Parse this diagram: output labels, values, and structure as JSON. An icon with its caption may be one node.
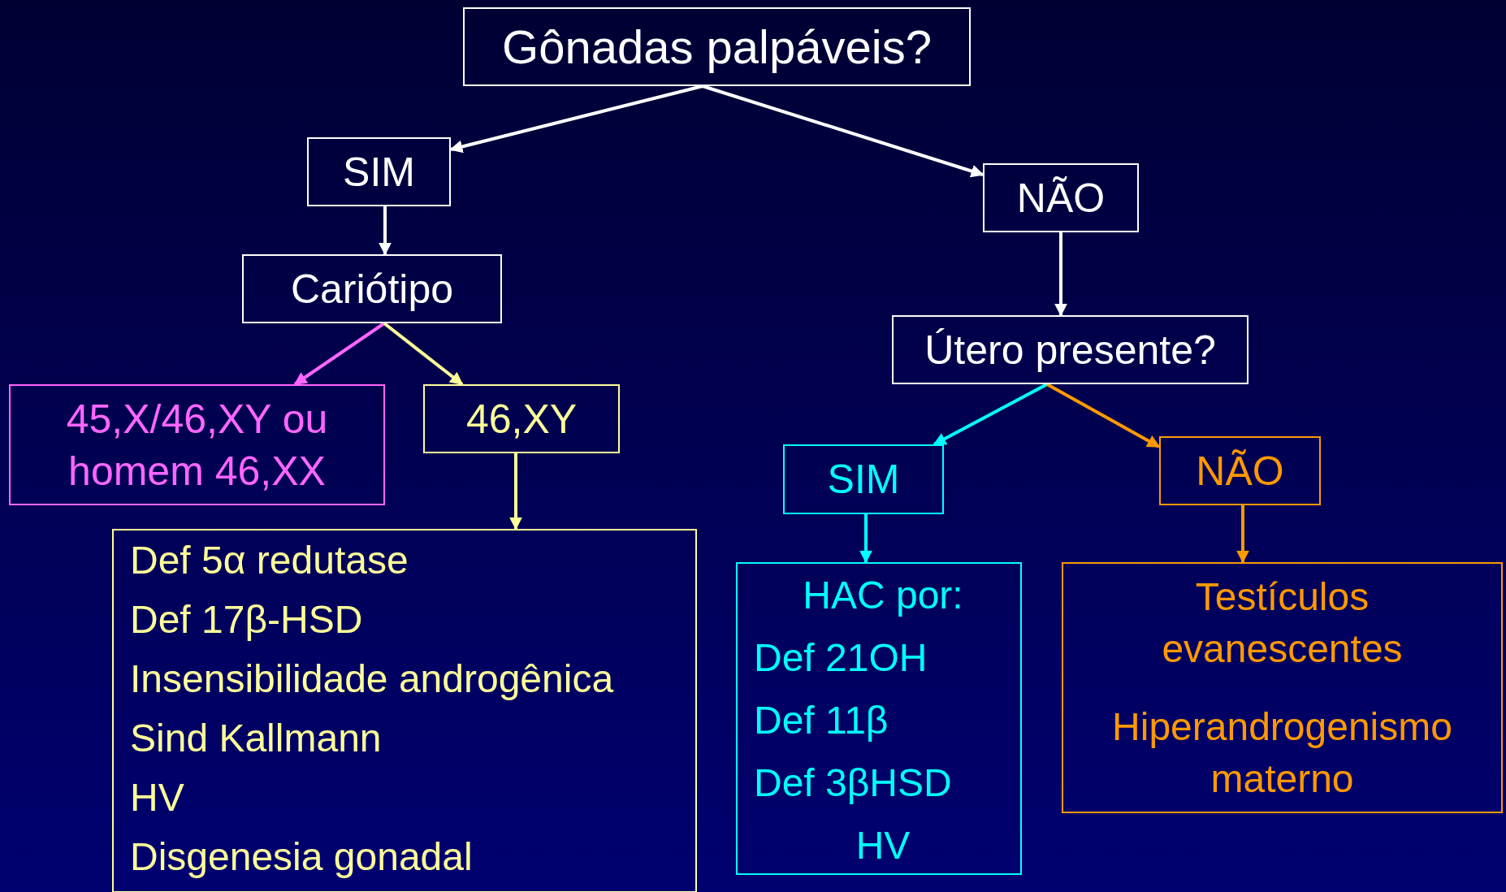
{
  "diagram": {
    "nodes": [
      {
        "text": [
          "Gônadas palpáveis?"
        ]
      },
      {
        "text": [
          "SIM"
        ]
      },
      {
        "text": [
          "NÃO"
        ]
      },
      {
        "text": [
          "Cariótipo"
        ]
      },
      {
        "text": [
          "Útero presente?"
        ]
      },
      {
        "text": [
          "45,X/46,XY ou homem 46,XX"
        ]
      },
      {
        "text": [
          "46,XY"
        ]
      },
      {
        "text": [
          "Def 5α redutase",
          "Def 17β-HSD",
          "Insensibilidade androgênica",
          "Sind Kallmann",
          "HV",
          "Disgenesia gonadal"
        ]
      },
      {
        "text": [
          "SIM"
        ]
      },
      {
        "text": [
          "NÃO"
        ]
      },
      {
        "text": [
          "HAC por:",
          "Def 21OH",
          "Def 11β",
          "Def 3βHSD",
          "HV"
        ]
      },
      {
        "text": [
          "Testículos evanescentes",
          "Hiperandrogenismo materno"
        ]
      }
    ],
    "edges": [
      {
        "from": 0,
        "to": 1,
        "arrow": "to",
        "color": "#ffffff"
      },
      {
        "from": 0,
        "to": 2,
        "arrow": "to",
        "color": "#ffffff"
      },
      {
        "from": 1,
        "to": 3,
        "arrow": "to",
        "color": "#ffffff"
      },
      {
        "from": 2,
        "to": 4,
        "arrow": "to",
        "color": "#ffffff"
      },
      {
        "from": 3,
        "to": 5,
        "arrow": "to",
        "color": "#ff66ff"
      },
      {
        "from": 3,
        "to": 6,
        "arrow": "to",
        "color": "#ffff99"
      },
      {
        "from": 6,
        "to": 7,
        "arrow": "to",
        "color": "#ffff99"
      },
      {
        "from": 4,
        "to": 8,
        "arrow": "to",
        "color": "#00ffff"
      },
      {
        "from": 4,
        "to": 9,
        "arrow": "to",
        "color": "#ff9900"
      },
      {
        "from": 8,
        "to": 10,
        "arrow": "to",
        "color": "#00ffff"
      },
      {
        "from": 9,
        "to": 11,
        "arrow": "to",
        "color": "#ff9900"
      }
    ]
  }
}
